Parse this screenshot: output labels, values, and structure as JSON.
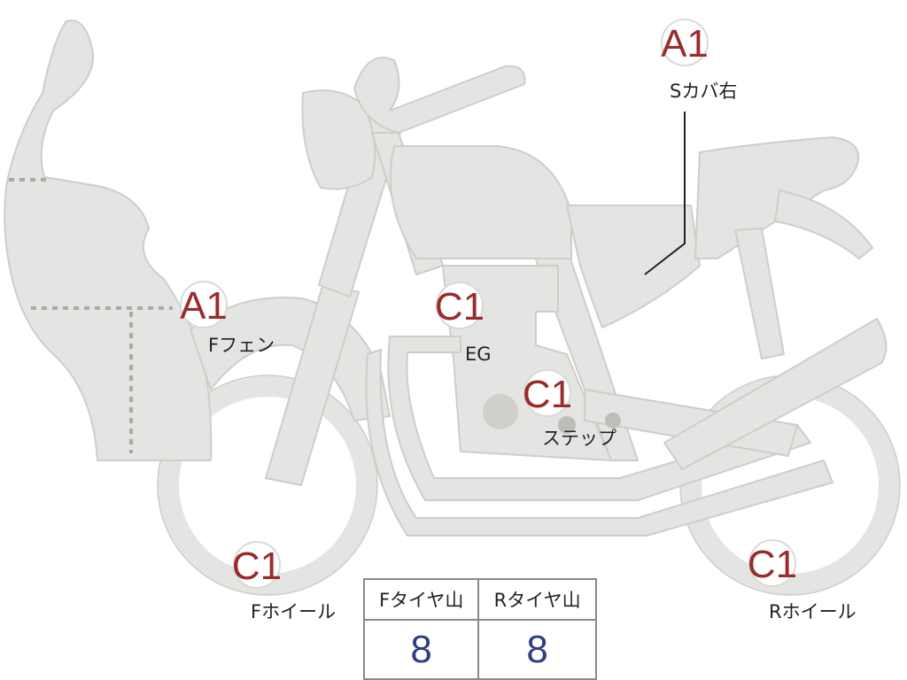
{
  "colors": {
    "body_fill": "#e4e4e2",
    "body_stroke": "#cdcdca",
    "badge_text": "#9a2b2b",
    "tread_value": "#2f3f7f"
  },
  "parts": {
    "side_cover_right": {
      "grade": "A1",
      "label": "Sカバ右"
    },
    "front_fender": {
      "grade": "A1",
      "label": "Fフェン"
    },
    "engine": {
      "grade": "C1",
      "label": "EG"
    },
    "step": {
      "grade": "C1",
      "label": "ステップ"
    },
    "front_wheel": {
      "grade": "C1",
      "label": "Fホイール"
    },
    "rear_wheel": {
      "grade": "C1",
      "label": "Rホイール"
    }
  },
  "tire_tread": {
    "front_header": "Fタイヤ山",
    "rear_header": "Rタイヤ山",
    "front_value": "8",
    "rear_value": "8"
  }
}
